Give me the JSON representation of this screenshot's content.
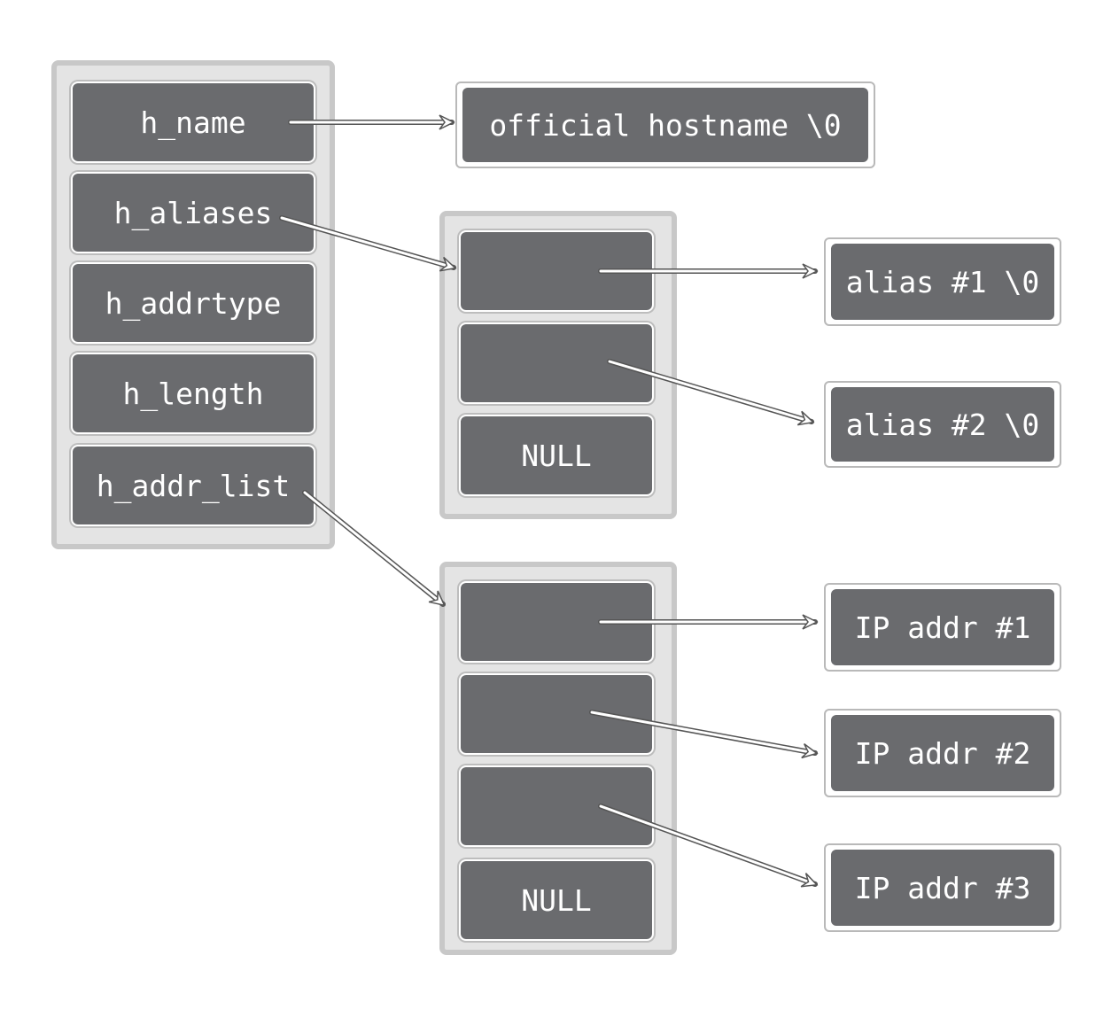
{
  "hostent": {
    "fields": [
      "h_name",
      "h_aliases",
      "h_addrtype",
      "h_length",
      "h_addr_list"
    ]
  },
  "official_hostname": "official hostname \\0",
  "aliases": {
    "pointer_array_null": "NULL",
    "targets": [
      "alias #1 \\0",
      "alias #2 \\0"
    ]
  },
  "addr_list": {
    "pointer_array_null": "NULL",
    "targets": [
      "IP addr #1",
      "IP addr #2",
      "IP addr #3"
    ]
  }
}
